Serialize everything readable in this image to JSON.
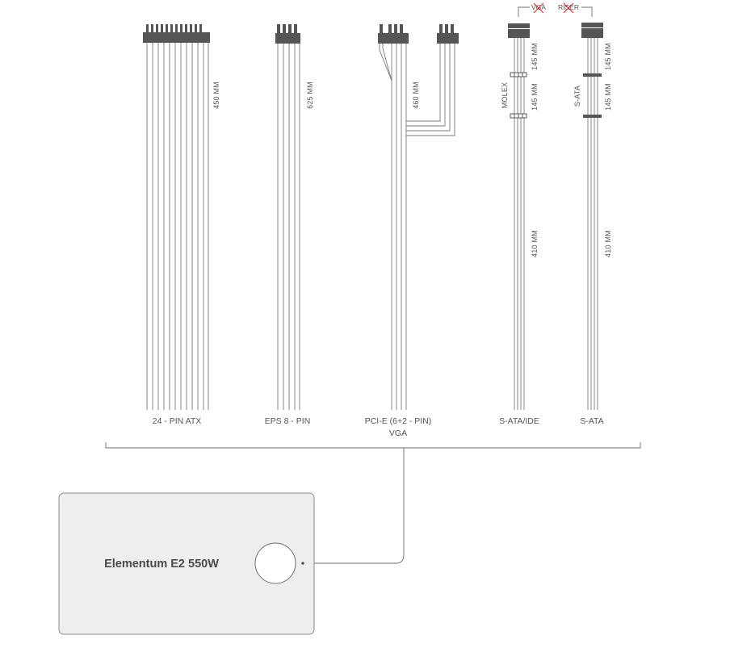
{
  "psu": {
    "name": "Elementum E2 550W"
  },
  "cables": [
    {
      "id": "atx",
      "label": "24 - PIN ATX",
      "length_label": "450 MM",
      "wire_count": 12
    },
    {
      "id": "eps",
      "label": "EPS 8 - PIN",
      "length_label": "625 MM",
      "wire_count": 4
    },
    {
      "id": "pcie",
      "label": "PCI-E (6+2 - PIN)",
      "sublabel": "VGA",
      "length_label": "460 MM",
      "wire_count": 4
    },
    {
      "id": "molex",
      "label": "S-ATA/IDE",
      "side_label": "MOLEX",
      "segment_labels": [
        "145 MM",
        "145 MM",
        "410 MM"
      ],
      "top_note": "VGA",
      "wire_count": 4
    },
    {
      "id": "sata",
      "label": "S-ATA",
      "side_label": "S-ATA",
      "segment_labels": [
        "145 MM",
        "145 MM",
        "410 MM"
      ],
      "top_note": "RISER",
      "wire_count": 4
    }
  ],
  "colors": {
    "line": "#6e6e6e",
    "connector": "#555555",
    "psu_fill": "#eeeeee",
    "psu_stroke": "#8a8a8a",
    "cross": "#d23a3a"
  }
}
